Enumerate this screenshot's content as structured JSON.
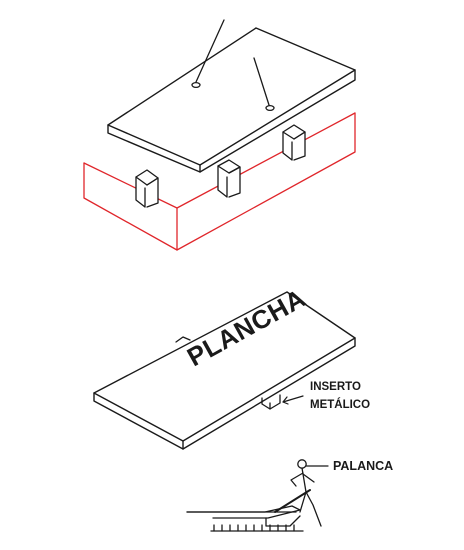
{
  "labels": {
    "plate": "PLANCHA",
    "insert_line1": "INSERTO",
    "insert_line2": "METÁLICO",
    "lever": "PALANCA"
  },
  "colors": {
    "ink": "#1a1a1a",
    "mold": "#e0262b",
    "background": "#ffffff"
  }
}
